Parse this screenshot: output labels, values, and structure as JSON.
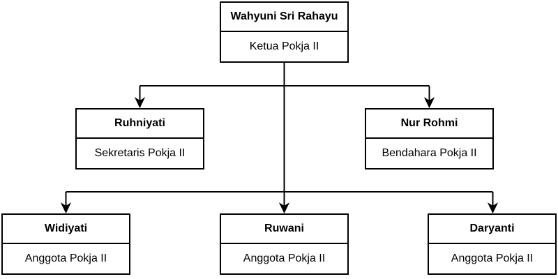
{
  "diagram": {
    "type": "org-chart",
    "group": "Pokja II"
  },
  "nodes": [
    {
      "id": "ketua",
      "name": "Wahyuni Sri Rahayu",
      "role": "Ketua Pokja II"
    },
    {
      "id": "sekretaris",
      "name": "Ruhniyati",
      "role": "Sekretaris Pokja II"
    },
    {
      "id": "bendahara",
      "name": "Nur Rohmi",
      "role": "Bendahara Pokja II"
    },
    {
      "id": "anggota-1",
      "name": "Widiyati",
      "role": "Anggota Pokja II"
    },
    {
      "id": "anggota-2",
      "name": "Ruwani",
      "role": "Anggota Pokja II"
    },
    {
      "id": "anggota-3",
      "name": "Daryanti",
      "role": "Anggota Pokja II"
    }
  ],
  "edges": [
    {
      "from": "ketua",
      "to": "sekretaris"
    },
    {
      "from": "ketua",
      "to": "bendahara"
    },
    {
      "from": "ketua",
      "to": "anggota-1"
    },
    {
      "from": "ketua",
      "to": "anggota-2"
    },
    {
      "from": "ketua",
      "to": "anggota-3"
    }
  ],
  "colors": {
    "background": "#ffffff",
    "box_fill": "#ffffff",
    "box_border": "#000000",
    "line": "#000000",
    "text": "#000000"
  }
}
